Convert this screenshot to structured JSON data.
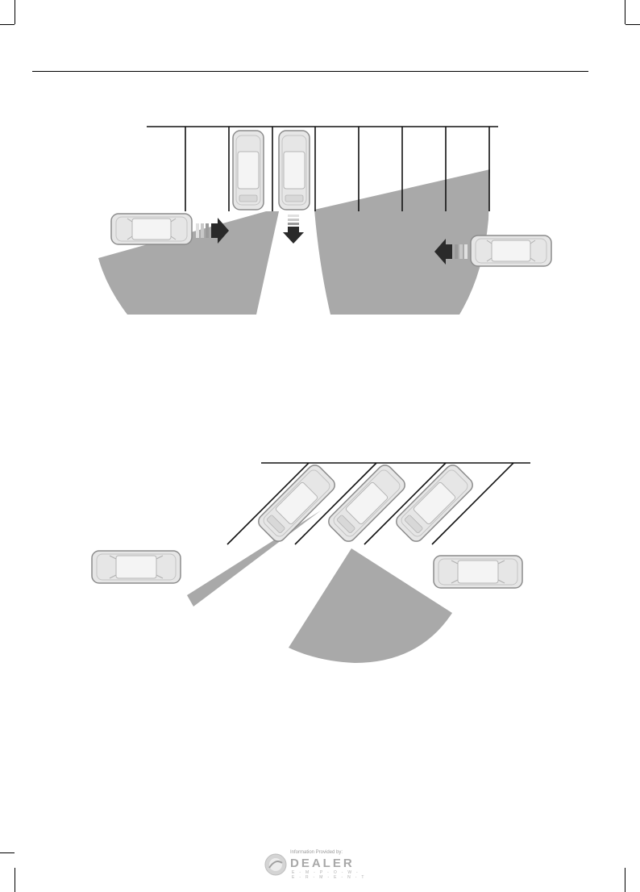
{
  "page": {
    "figures": [
      {
        "name": "cross-traffic-perpendicular-parking"
      },
      {
        "name": "cross-traffic-angled-parking"
      }
    ]
  },
  "watermark": {
    "small_text": "Information Provided by:",
    "brand": "DEALER",
    "sub": "E-M-P-O-W-E-R-M-E-N-T"
  },
  "colors": {
    "zone": "#a9a9a9",
    "car_fill": "#e6e6e6",
    "car_stroke": "#8c8c8c",
    "arrow": "#2a2a2a"
  }
}
